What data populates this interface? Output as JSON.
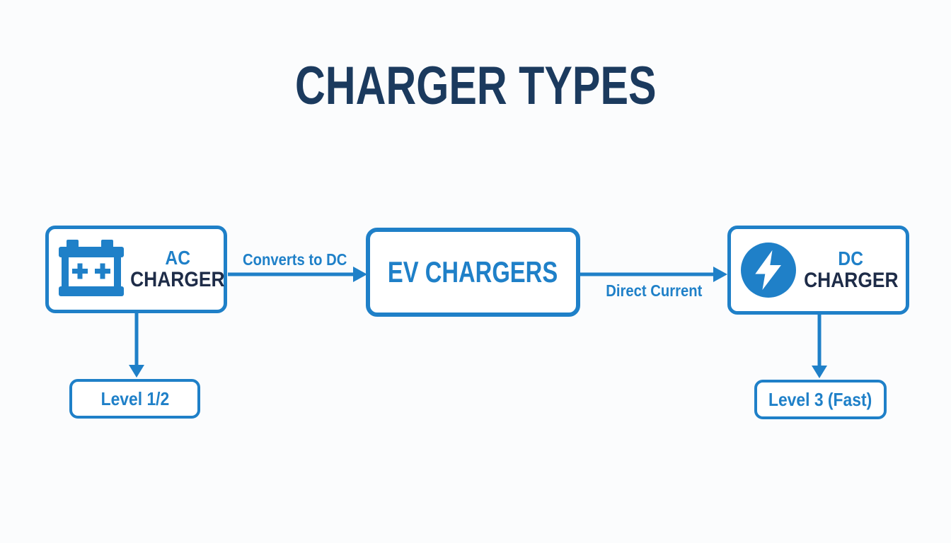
{
  "title": "CHARGER TYPES",
  "colors": {
    "blue": "#1f80c8",
    "navy": "#1e2c48",
    "title": "#1b3a5e",
    "bg": "#fbfcfd"
  },
  "nodes": {
    "ac_charger": {
      "line1": "AC",
      "line2": "CHARGER",
      "icon": "battery-icon"
    },
    "ev_chargers": {
      "label": "EV CHARGERS"
    },
    "dc_charger": {
      "line1": "DC",
      "line2": "CHARGER",
      "icon": "lightning-bolt-icon"
    },
    "level_1_2": {
      "label": "Level 1/2"
    },
    "level_3_fast": {
      "label": "Level 3 (Fast)"
    }
  },
  "edges": [
    {
      "from": "ac_charger",
      "to": "ev_chargers",
      "label": "Converts to DC"
    },
    {
      "from": "ev_chargers",
      "to": "dc_charger",
      "label": "Direct Current"
    },
    {
      "from": "ac_charger",
      "to": "level_1_2",
      "label": ""
    },
    {
      "from": "dc_charger",
      "to": "level_3_fast",
      "label": ""
    }
  ]
}
